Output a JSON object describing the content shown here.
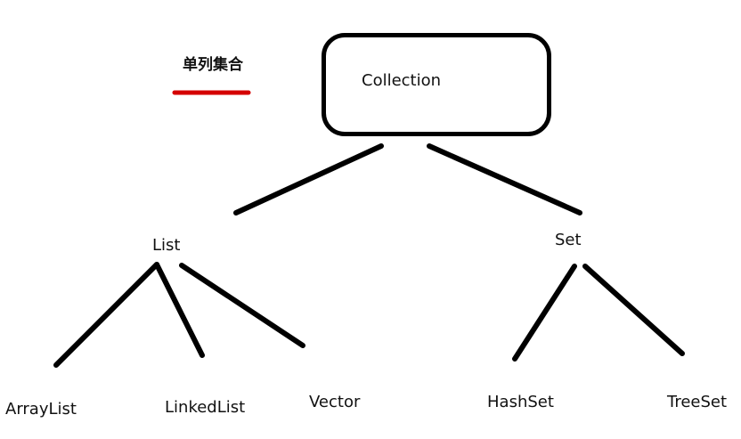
{
  "header": {
    "title": "单列集合",
    "underline_color": "#d40000"
  },
  "tree": {
    "root": "Collection",
    "list": "List",
    "set": "Set",
    "list_children": [
      "ArrayList",
      "LinkedList",
      "Vector"
    ],
    "set_children": [
      "HashSet",
      "TreeSet"
    ]
  },
  "colors": {
    "line": "#000000",
    "background": "#ffffff"
  }
}
